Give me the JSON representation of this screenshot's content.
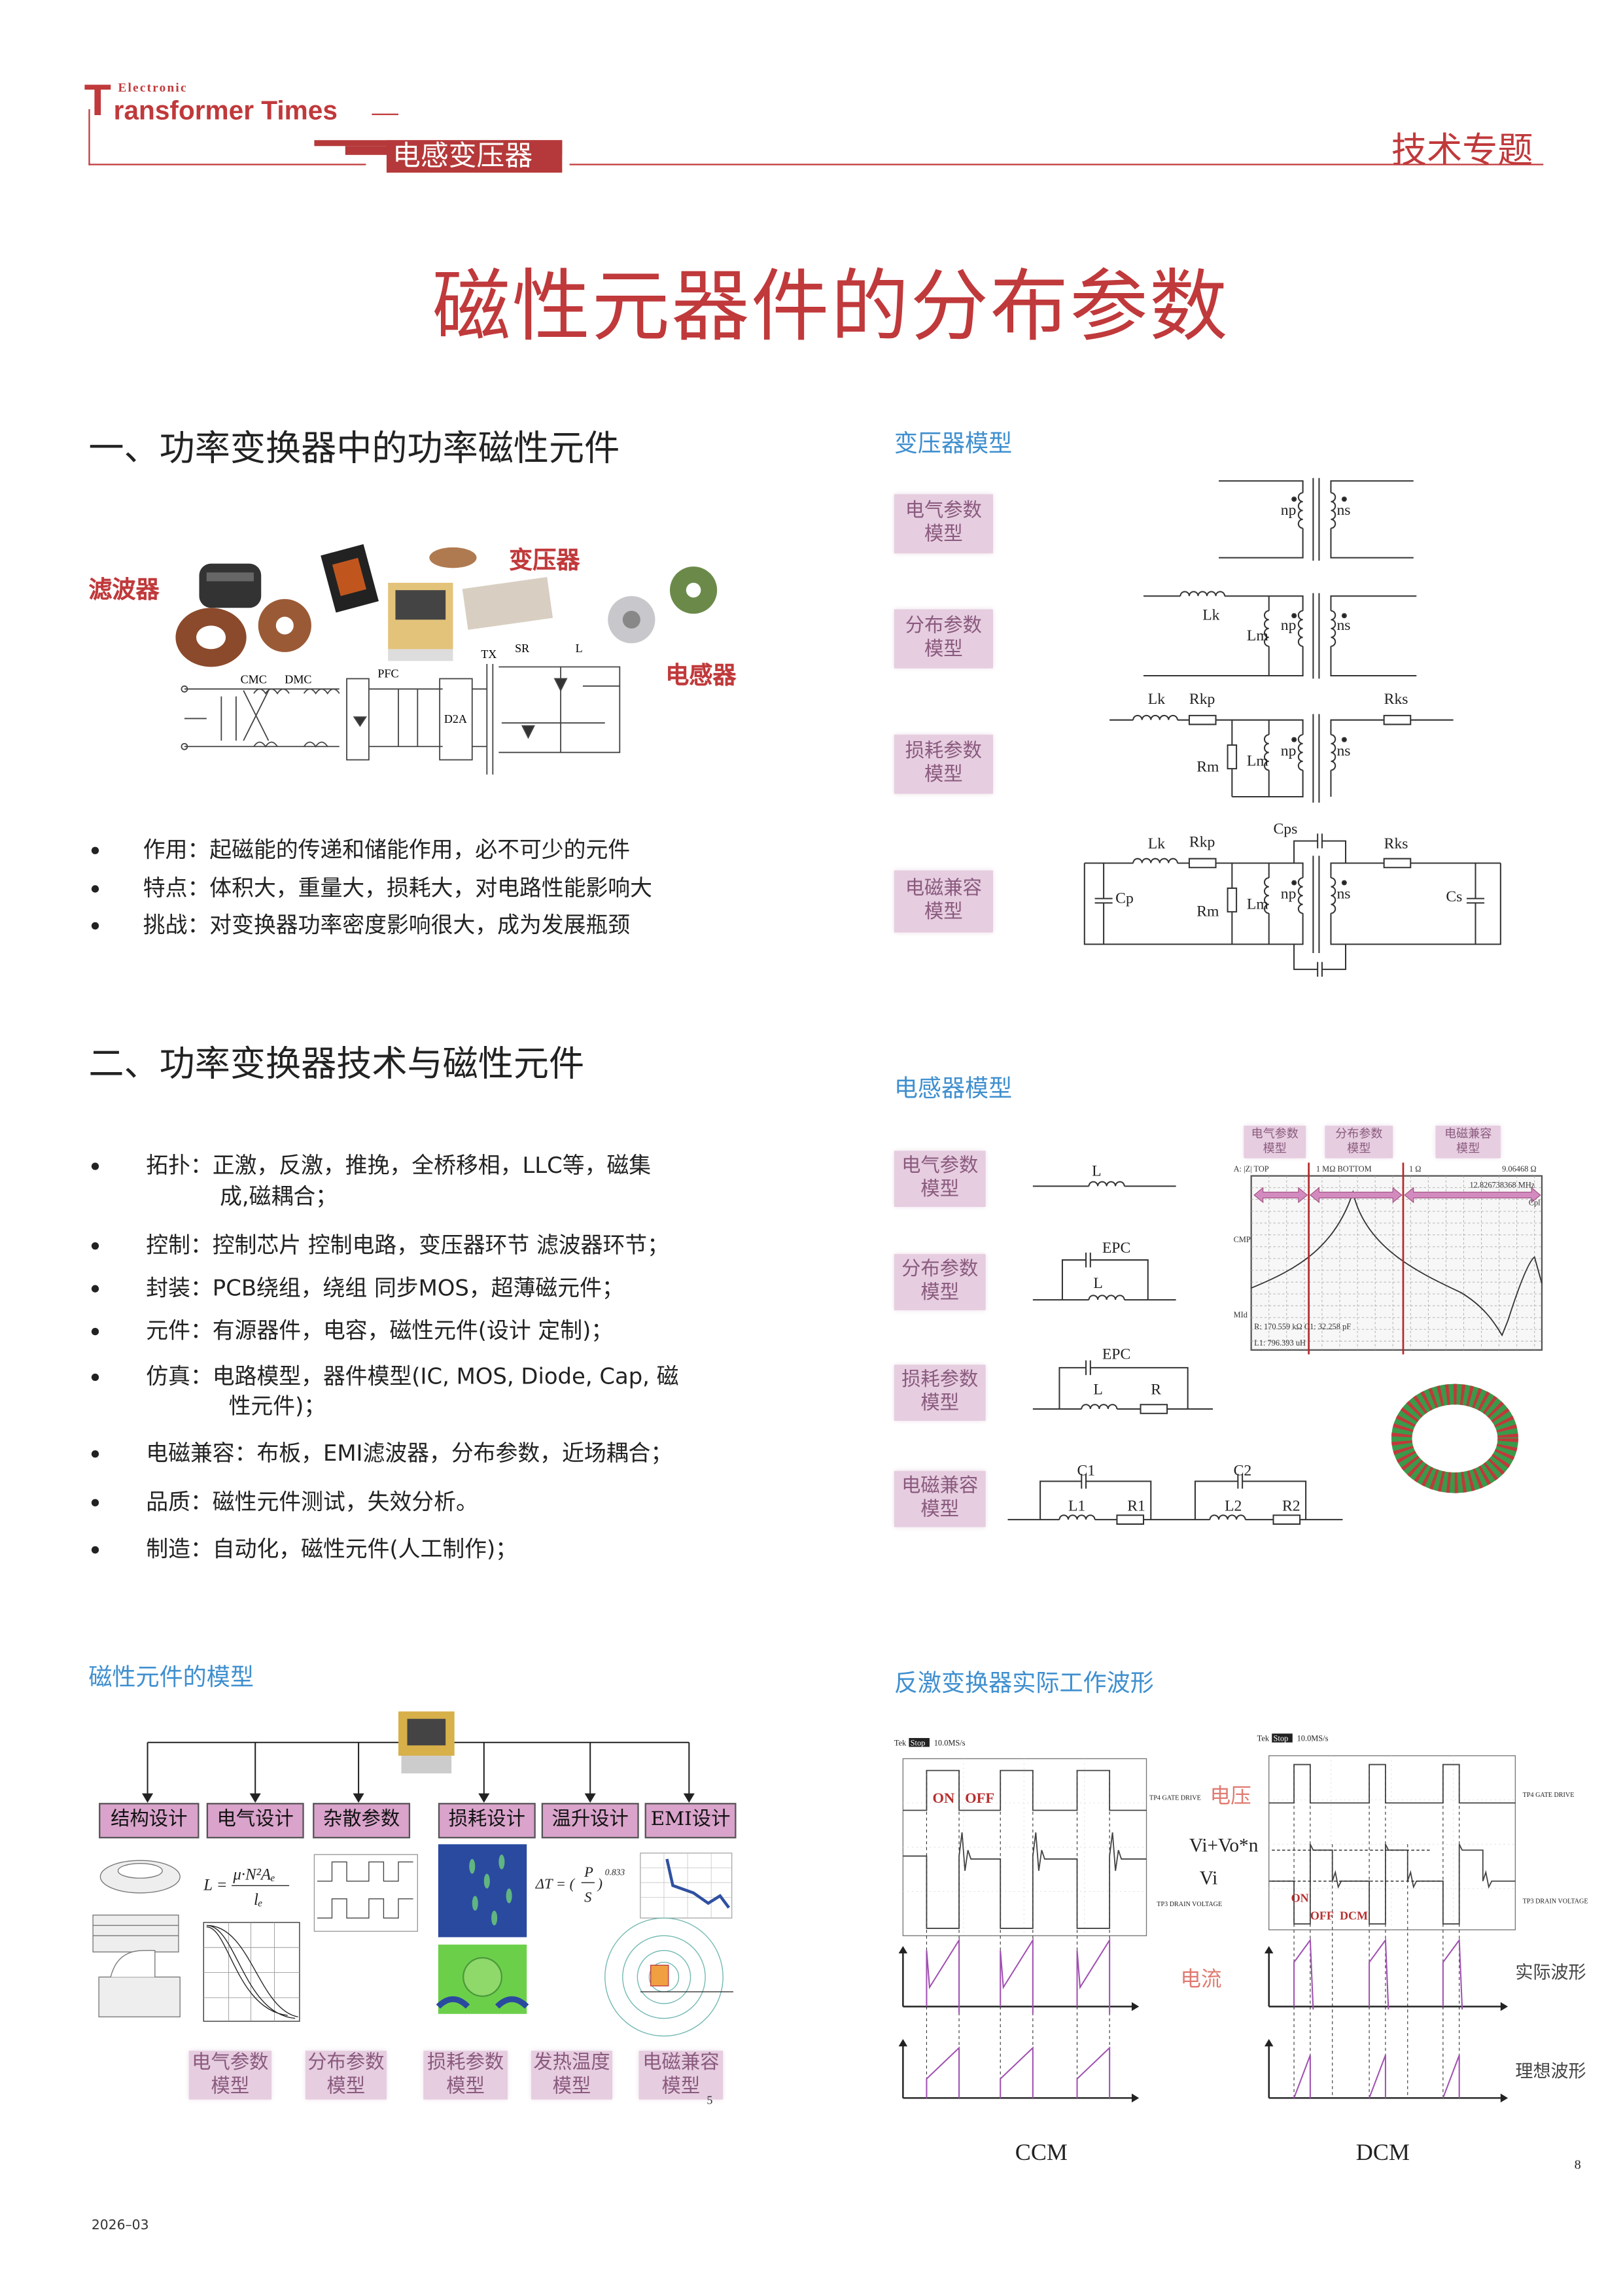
{
  "header": {
    "logo_initial": "T",
    "logo_small": "Electronic",
    "logo_rest": "ransformer Times",
    "column": "电感变压器",
    "category": "技术专题"
  },
  "title": "磁性元器件的分布参数",
  "section1": {
    "heading": "一、功率变换器中的功率磁性元件",
    "figure_labels": {
      "filter": "滤波器",
      "transformer": "变压器",
      "inductor": "电感器",
      "cmc": "CMC",
      "dmc": "DMC",
      "pfc": "PFC",
      "tx": "TX",
      "sr": "SR",
      "l": "L",
      "d2a": "D2A"
    },
    "bullets": [
      "作用：起磁能的传递和储能作用，必不可少的元件",
      "特点：体积大，重量大，损耗大，对电路性能影响大",
      "挑战：对变换器功率密度影响很大，成为发展瓶颈"
    ]
  },
  "section2": {
    "heading": "二、功率变换器技术与磁性元件",
    "bullets": [
      {
        "line1": "拓扑：正激，反激，推挽，全桥移相，LLC等，磁集",
        "line2": "成,磁耦合；"
      },
      {
        "line1": "控制：控制芯片 控制电路，变压器环节 滤波器环节；"
      },
      {
        "line1": "封装：PCB绕组，绕组 同步MOS，超薄磁元件；"
      },
      {
        "line1": "元件：有源器件，电容，磁性元件(设计 定制)；"
      },
      {
        "line1": "仿真：电路模型，器件模型(IC, MOS, Diode, Cap, 磁",
        "line2": "性元件)；"
      },
      {
        "line1": "电磁兼容：布板，EMI滤波器，分布参数，近场耦合；"
      },
      {
        "line1": "品质：磁性元件测试，失效分析。"
      },
      {
        "line1": "制造：自动化，磁性元件(人工制作)；"
      }
    ]
  },
  "magnetic_models": {
    "caption": "磁性元件的模型",
    "design_boxes": [
      "结构设计",
      "电气设计",
      "杂散参数",
      "损耗设计",
      "温升设计",
      "EMI设计"
    ],
    "formula_L": {
      "lhs": "L =",
      "num": "μ·N²Aₑ",
      "den": "lₑ"
    },
    "formula_T": {
      "lhs": "ΔT = (",
      "num": "P",
      "den": "S",
      "rhs": ")",
      "exp": "0.833"
    },
    "model_boxes": [
      {
        "l1": "电气参数",
        "l2": "模型"
      },
      {
        "l1": "分布参数",
        "l2": "模型"
      },
      {
        "l1": "损耗参数",
        "l2": "模型"
      },
      {
        "l1": "发热温度",
        "l2": "模型"
      },
      {
        "l1": "电磁兼容",
        "l2": "模型"
      }
    ],
    "slide_number": "5"
  },
  "transformer_model": {
    "caption": "变压器模型",
    "boxes": [
      {
        "l1": "电气参数",
        "l2": "模型"
      },
      {
        "l1": "分布参数",
        "l2": "模型"
      },
      {
        "l1": "损耗参数",
        "l2": "模型"
      },
      {
        "l1": "电磁兼容",
        "l2": "模型"
      }
    ],
    "labels": {
      "np": "np",
      "ns": "ns",
      "lk": "Lk",
      "lm": "Lm",
      "rkp": "Rkp",
      "rks": "Rks",
      "rm": "Rm",
      "cps": "Cps",
      "cp": "Cp",
      "cs": "Cs"
    }
  },
  "inductor_model": {
    "caption": "电感器模型",
    "boxes": [
      {
        "l1": "电气参数",
        "l2": "模型"
      },
      {
        "l1": "分布参数",
        "l2": "模型"
      },
      {
        "l1": "损耗参数",
        "l2": "模型"
      },
      {
        "l1": "电磁兼容",
        "l2": "模型"
      }
    ],
    "labels": {
      "l": "L",
      "epc": "EPC",
      "r": "R",
      "c1": "C1",
      "l1": "L1",
      "r1": "R1",
      "c2": "C2",
      "l2": "L2",
      "r2": "R2"
    },
    "plot": {
      "region_boxes": [
        {
          "l1": "电气参数",
          "l2": "模型"
        },
        {
          "l1": "分布参数",
          "l2": "模型"
        },
        {
          "l1": "电磁兼容",
          "l2": "模型"
        }
      ],
      "top_left": "A: |Z|  TOP",
      "top_mid": "1 MΩ BOTTOM",
      "top_mid2": "1 Ω",
      "top_right": "9.06468 Ω",
      "freq": "12.826738368 MHz",
      "cpl": "Cpl",
      "cmp": "CMP",
      "mid": "MId",
      "readout1": "R:  170.559 kΩ  C1:  32.258 pF",
      "readout2": "L1:  796.393 uH"
    }
  },
  "waveforms": {
    "caption": "反激变换器实际工作波形",
    "scope_header": "Tek",
    "scope_state": "Stop",
    "scope_rate": "10.0MS/s",
    "on": "ON",
    "off": "OFF",
    "dcm_tag": "DCM",
    "voltage": "电压",
    "current": "电流",
    "gate": "TP4 GATE DRIVE",
    "drain": "TP3 DRAIN VOLTAGE",
    "vi_vo": "Vi+Vo*n",
    "vi": "Vi",
    "actual": "实际波形",
    "ideal": "理想波形",
    "ccm": "CCM",
    "dcm": "DCM",
    "slide_number": "8"
  },
  "footer": {
    "issue": "2026–03"
  },
  "colors": {
    "brand_red": "#c0393b",
    "caption_blue": "#3f8fcf",
    "model_pink": "#e6cde0"
  }
}
